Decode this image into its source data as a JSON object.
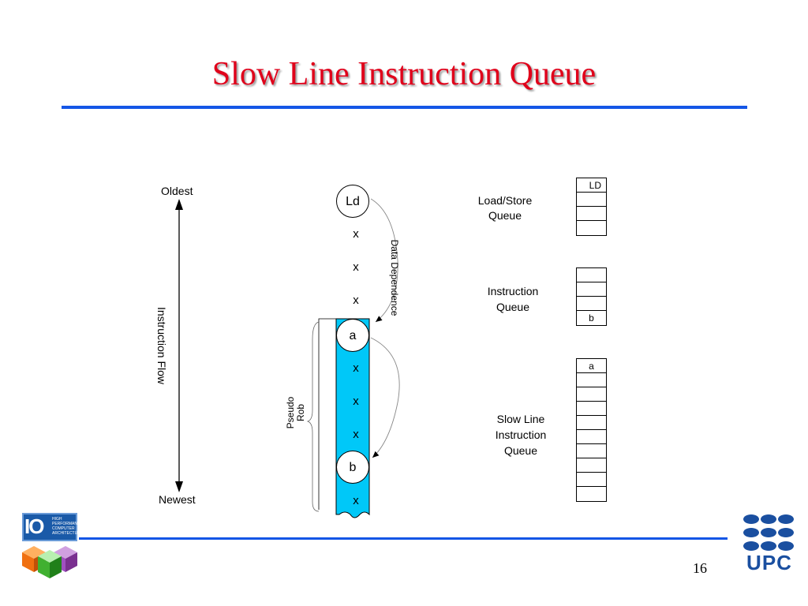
{
  "slide": {
    "title": "Slow Line Instruction Queue",
    "page_number": "16"
  },
  "flow": {
    "oldest": "Oldest",
    "newest": "Newest",
    "axis_label": "Instruction Flow"
  },
  "pipeline": {
    "ld": "Ld",
    "x": "x",
    "a": "a",
    "b": "b",
    "dependence_label": "Data Dependence",
    "rob_label_line1": "Pseudo",
    "rob_label_line2": "Rob"
  },
  "queues": {
    "lsq_label_line1": "Load/Store",
    "lsq_label_line2": "Queue",
    "lsq_entries": [
      "LD",
      "",
      "",
      ""
    ],
    "iq_label_line1": "Instruction",
    "iq_label_line2": "Queue",
    "iq_entries": [
      "",
      "",
      "",
      "b"
    ],
    "slq_label_line1": "Slow Line",
    "slq_label_line2": "Instruction",
    "slq_label_line3": "Queue",
    "slq_entries": [
      "a",
      "",
      "",
      "",
      "",
      "",
      "",
      "",
      "",
      ""
    ]
  },
  "logos": {
    "hpca_text_1": "HIGH",
    "hpca_text_2": "PERFORMANCE",
    "hpca_text_3": "COMPUTER",
    "hpca_text_4": "ARCHITECTURE",
    "hpca_big": "IO",
    "upc_text": "UPC"
  },
  "colors": {
    "title": "#e0001a",
    "rule": "#1456e6",
    "rob_fill": "#00c8f8"
  }
}
